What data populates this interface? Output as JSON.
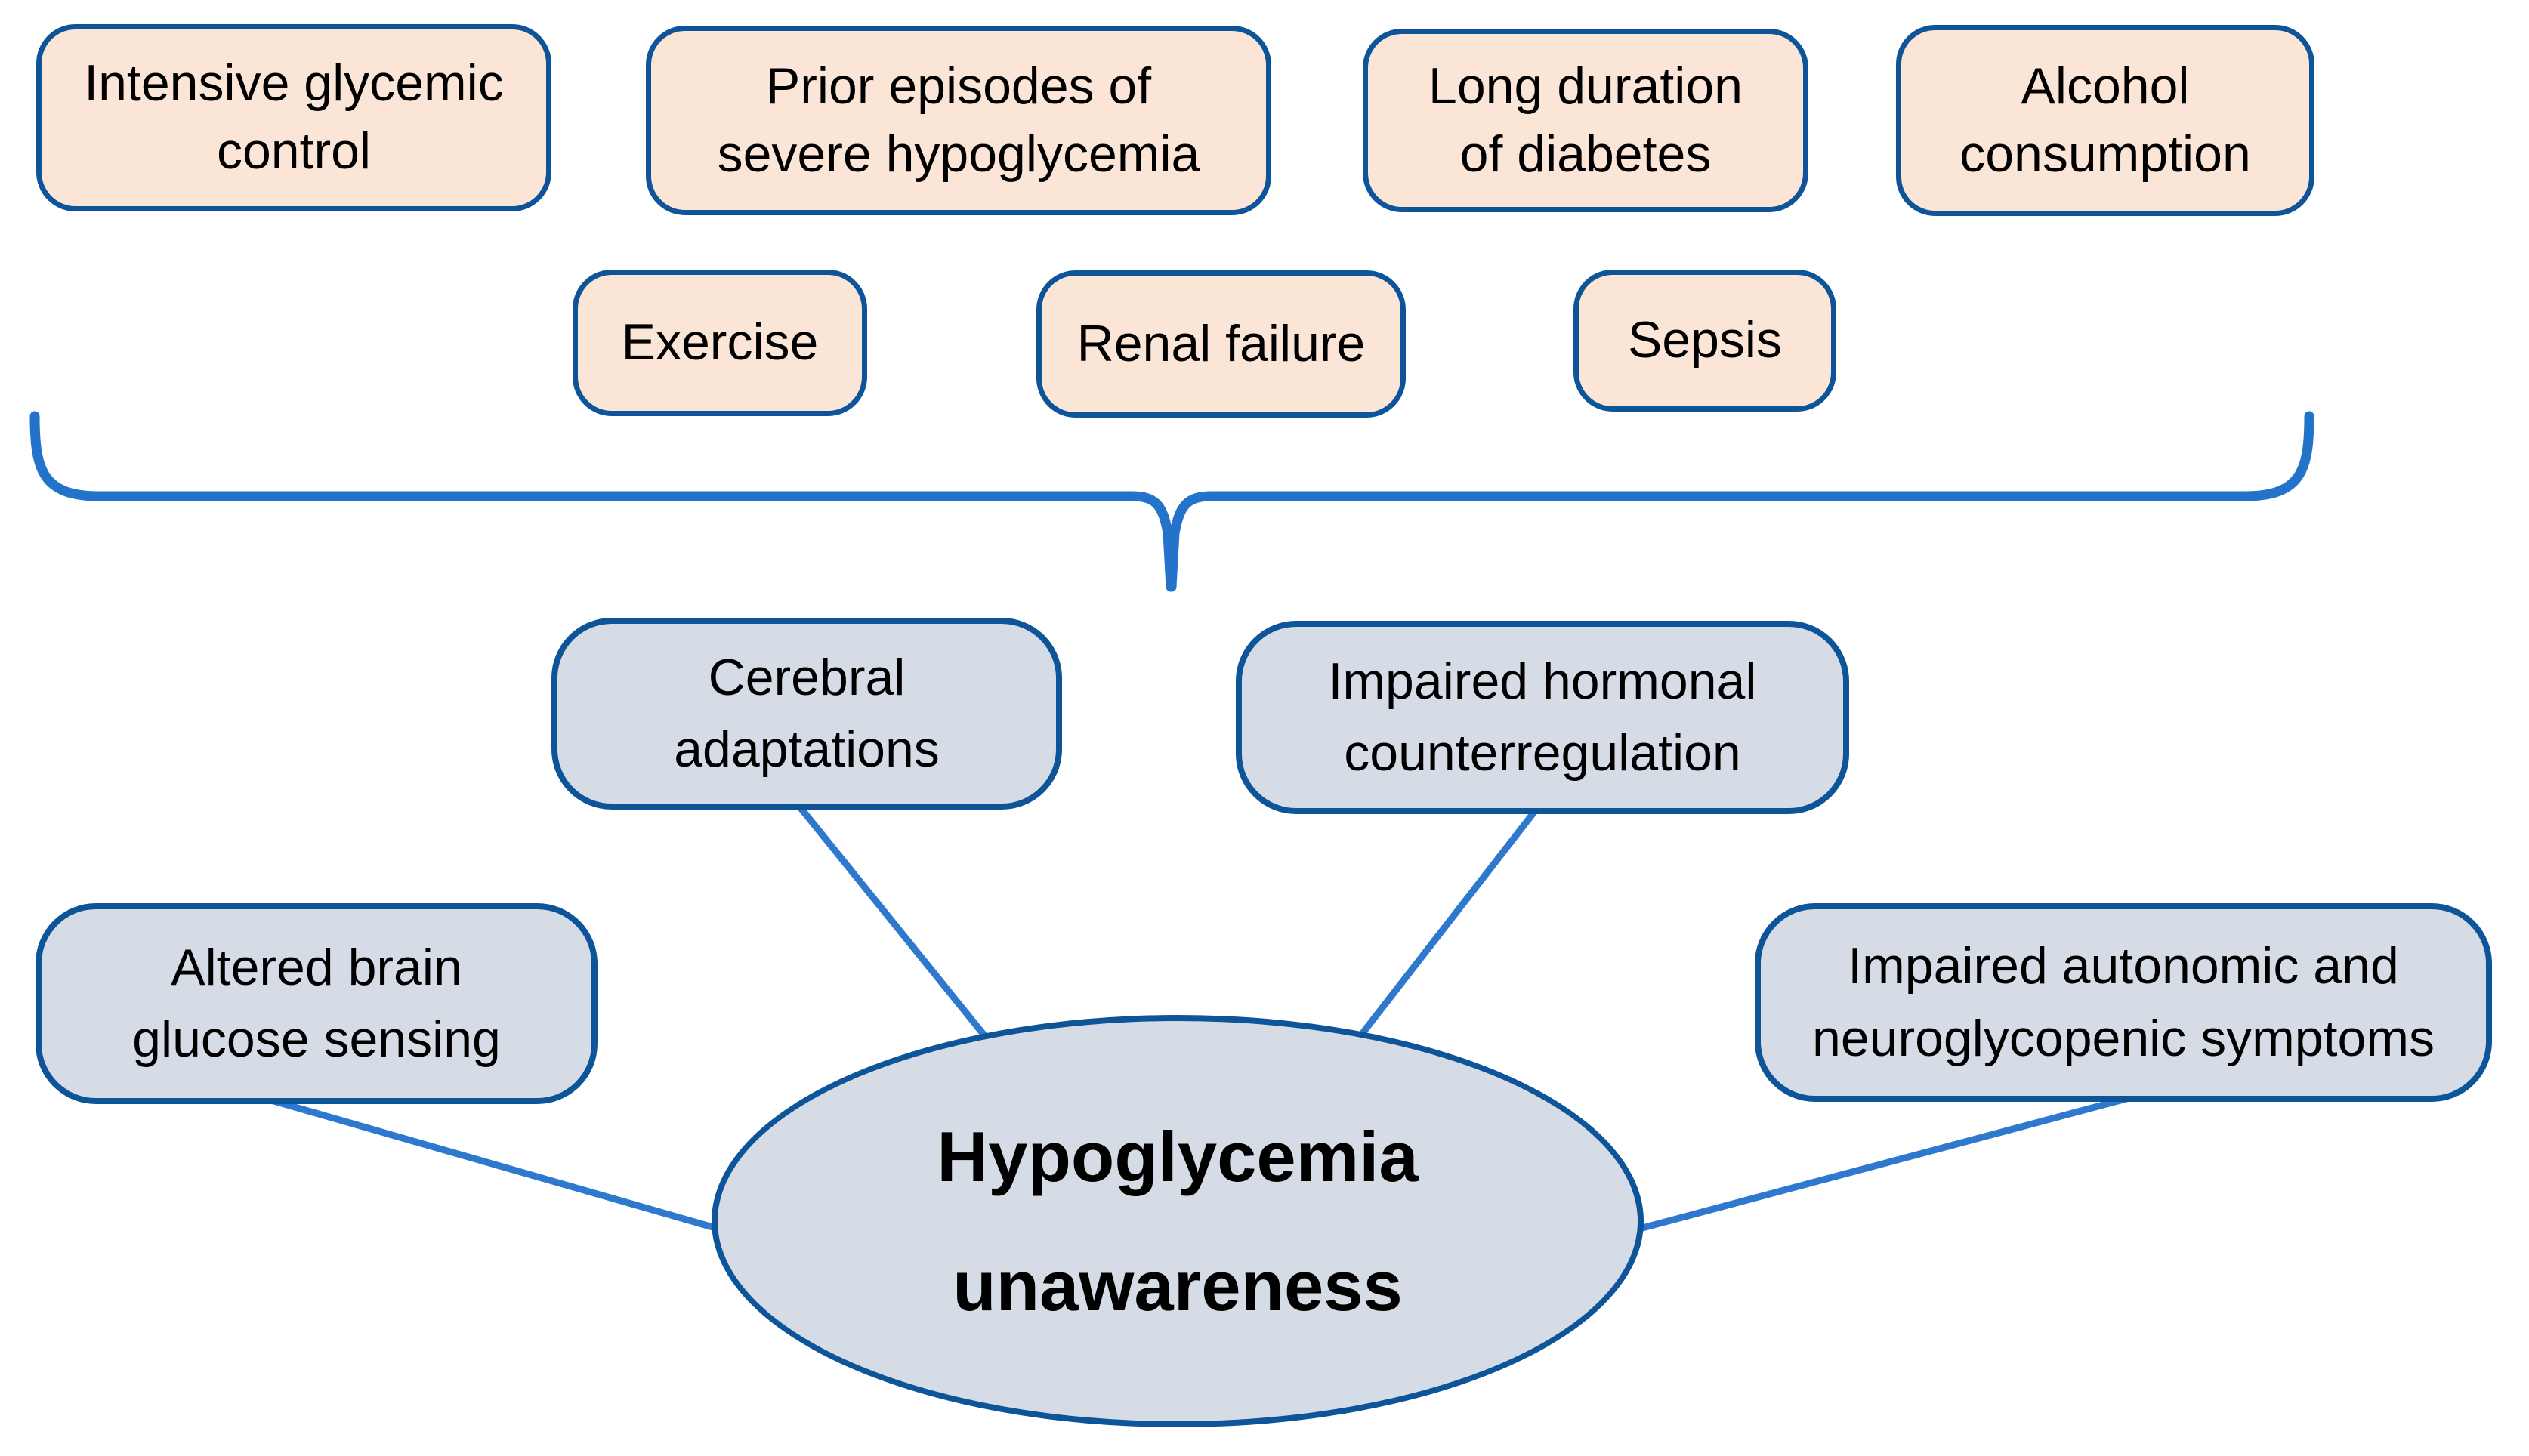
{
  "colors": {
    "peach_fill": "#FBE5D6",
    "gray_fill": "#D6DCE5",
    "node_border": "#0E5499",
    "brace_stroke": "#2273C9",
    "connector_stroke": "#2E78CE",
    "text_color": "#000000"
  },
  "risk_factors": {
    "row1": [
      {
        "id": "intensive-glycemic-control",
        "lines": [
          "Intensive glycemic",
          "control"
        ]
      },
      {
        "id": "prior-episodes-severe-hypoglycemia",
        "lines": [
          "Prior episodes of",
          "severe hypoglycemia"
        ]
      },
      {
        "id": "long-duration-of-diabetes",
        "lines": [
          "Long duration",
          "of diabetes"
        ]
      },
      {
        "id": "alcohol-consumption",
        "lines": [
          "Alcohol",
          "consumption"
        ]
      }
    ],
    "row2": [
      {
        "id": "exercise",
        "lines": [
          "Exercise"
        ]
      },
      {
        "id": "renal-failure",
        "lines": [
          "Renal failure"
        ]
      },
      {
        "id": "sepsis",
        "lines": [
          "Sepsis"
        ]
      }
    ]
  },
  "mechanisms": [
    {
      "id": "cerebral-adaptations",
      "lines": [
        "Cerebral",
        "adaptations"
      ]
    },
    {
      "id": "impaired-hormonal-counterregulation",
      "lines": [
        "Impaired hormonal",
        "counterregulation"
      ]
    },
    {
      "id": "altered-brain-glucose-sensing",
      "lines": [
        "Altered brain",
        "glucose sensing"
      ]
    },
    {
      "id": "impaired-autonomic-neuroglycopenic-symptoms",
      "lines": [
        "Impaired autonomic and",
        "neuroglycopenic symptoms"
      ]
    }
  ],
  "central_node": {
    "lines": [
      "Hypoglycemia",
      "unawareness"
    ]
  }
}
